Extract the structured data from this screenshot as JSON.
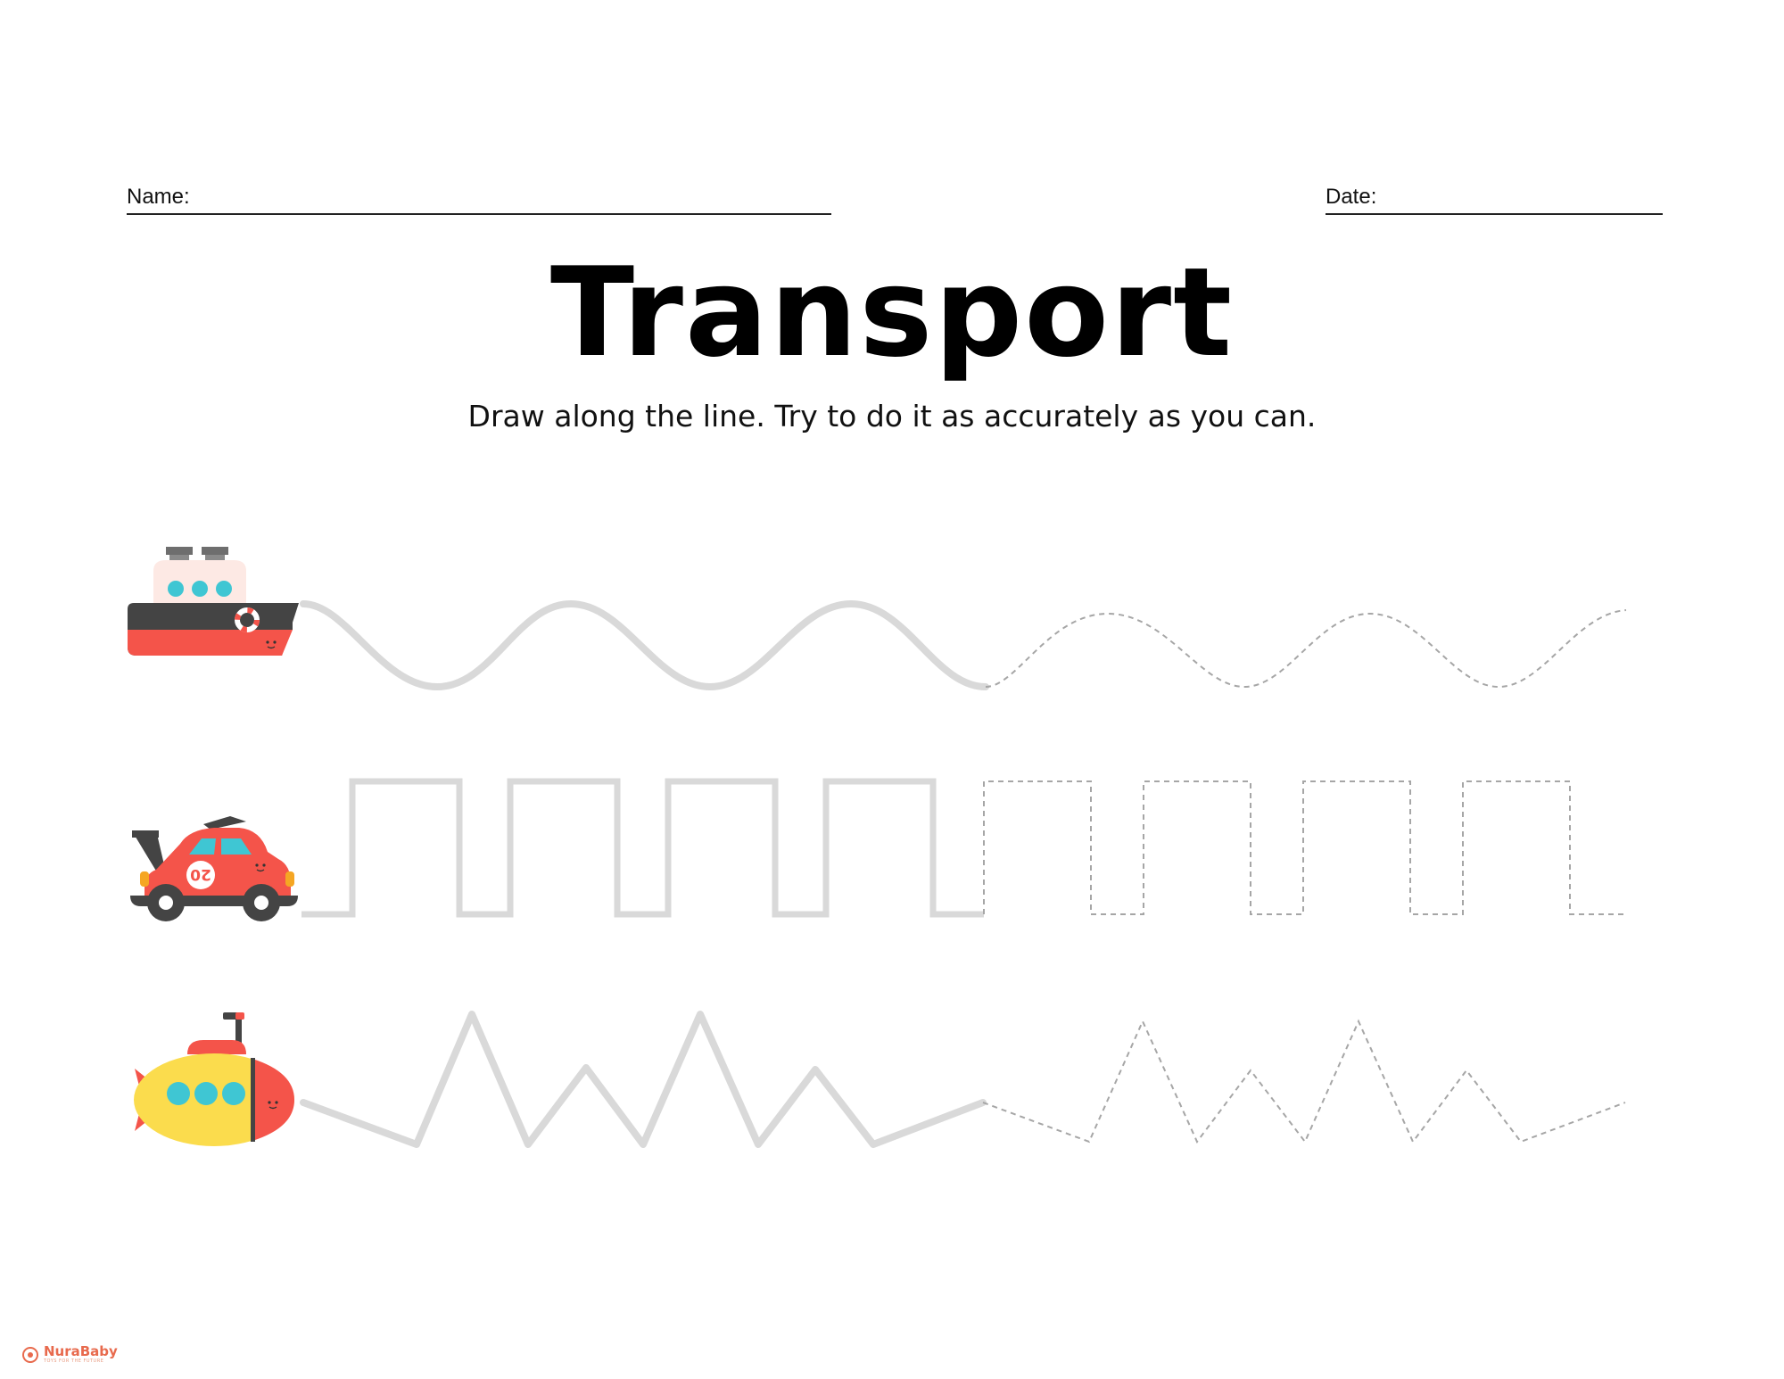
{
  "header": {
    "name_label": "Name:",
    "date_label": "Date:"
  },
  "title": "Transport",
  "instructions": "Draw along the line. Try to do it as accurately as you can.",
  "rows": [
    {
      "vehicle": "ship-icon",
      "pattern": "wave"
    },
    {
      "vehicle": "race-car-icon",
      "pattern": "square-wave",
      "car_number": "20"
    },
    {
      "vehicle": "submarine-icon",
      "pattern": "zigzag"
    }
  ],
  "colors": {
    "trace_solid": "#d9d9d9",
    "trace_dashed": "#a6a6a6",
    "accent_red": "#f4544a",
    "accent_yellow": "#fbdc4d",
    "accent_teal": "#3fc6d3",
    "dark_gray": "#444444"
  },
  "footer": {
    "brand": "NuraBaby",
    "tagline": "TOYS FOR THE FUTURE"
  }
}
